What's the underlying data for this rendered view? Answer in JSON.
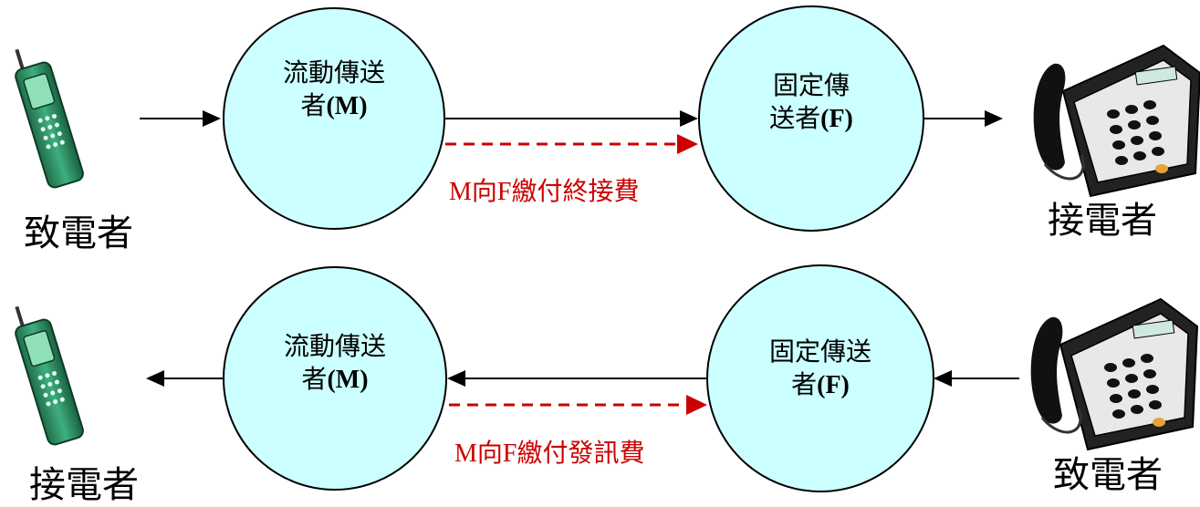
{
  "colors": {
    "node_fill": "#ccffff",
    "node_stroke": "#000000",
    "fee_arrow": "#cc0000",
    "fee_text": "#cc0000"
  },
  "top_row": {
    "caller_label": "致電者",
    "callee_label": "接電者",
    "mobile_node": {
      "line1": "流動傳送",
      "line2_prefix": "者",
      "line2_bold": "(M)"
    },
    "fixed_node": {
      "line1": "固定傳",
      "line2_prefix": "送者",
      "line2_bold": "(F)"
    },
    "fee_label": "M向F繳付終接費",
    "caller_icon": "mobile-phone-icon",
    "callee_icon": "desk-phone-icon"
  },
  "bottom_row": {
    "callee_label": "接電者",
    "caller_label": "致電者",
    "mobile_node": {
      "line1": "流動傳送",
      "line2_prefix": "者",
      "line2_bold": "(M)"
    },
    "fixed_node": {
      "line1": "固定傳送",
      "line2_prefix": "者",
      "line2_bold": "(F)"
    },
    "fee_label": "M向F繳付發訊費",
    "callee_icon": "mobile-phone-icon",
    "caller_icon": "desk-phone-icon"
  }
}
